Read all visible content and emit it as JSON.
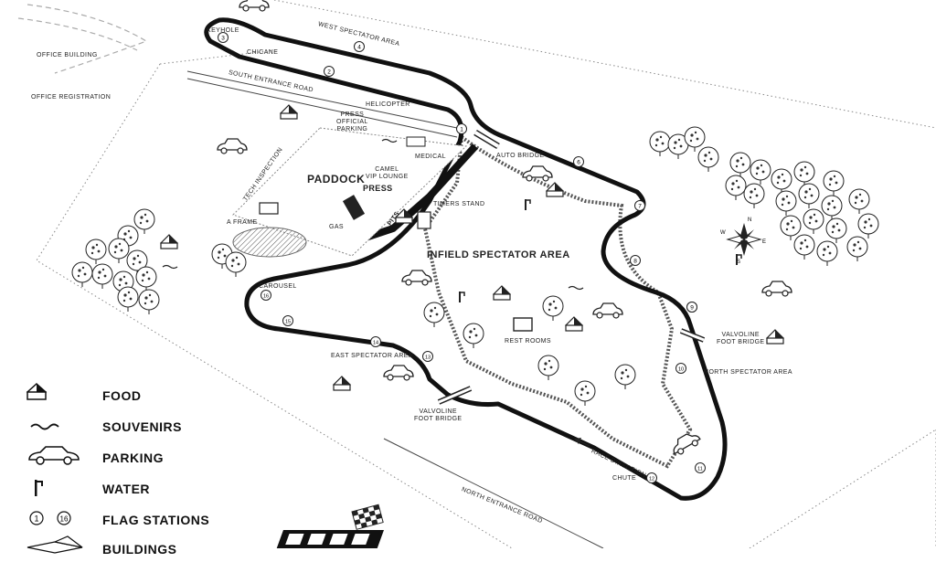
{
  "map": {
    "labels": {
      "keyhole": "KEYHOLE",
      "chicane": "CHICANE",
      "west_spectator": "WEST SPECTATOR AREA",
      "south_entrance_road": "SOUTH ENTRANCE ROAD",
      "office_building": "OFFICE BUILDING",
      "office_registration": "OFFICE REGISTRATION",
      "helicopter": "HELICOPTER",
      "press_official_parking": "PRESS\nOFFICIAL\nPARKING",
      "medical": "MEDICAL",
      "auto_bridge": "AUTO BRIDGE",
      "paddock": "PADDOCK",
      "tech_inspection": "TECH INSPECTION",
      "camel_vip_lounge": "CAMEL\nVIP LOUNGE",
      "press": "PRESS",
      "timers_stand": "TIMERS STAND",
      "pits": "PITS",
      "gas": "GAS",
      "a_frame": "A FRAME",
      "infield_spectator": "INFIELD SPECTATOR AREA",
      "carousel": "CAROUSEL",
      "east_spectator": "EAST SPECTATOR AREA",
      "rest_rooms": "REST ROOMS",
      "valvoline_foot_bridge_1": "VALVOLINE\nFOOT BRIDGE",
      "valvoline_foot_bridge_2": "VALVOLINE\nFOOT BRIDGE",
      "north_spectator": "NORTH SPECTATOR AREA",
      "race_direction": "RACE DIRECTION",
      "chute": "CHUTE",
      "north_entrance_road": "NORTH ENTRANCE ROAD",
      "compass_n": "N",
      "compass_e": "E",
      "compass_s": "S",
      "compass_w": "W"
    },
    "flag_stations": [
      "1",
      "2",
      "3",
      "4",
      "5",
      "6",
      "7",
      "8",
      "9",
      "10",
      "11",
      "12",
      "13",
      "14",
      "15",
      "16"
    ]
  },
  "legend": {
    "items": [
      {
        "icon": "food-building-icon",
        "label": "FOOD"
      },
      {
        "icon": "souvenirs-icon",
        "label": "SOUVENIRS"
      },
      {
        "icon": "parking-car-icon",
        "label": "PARKING"
      },
      {
        "icon": "water-tap-icon",
        "label": "WATER"
      },
      {
        "icon": "flag-station-icon",
        "label": "FLAG STATIONS",
        "samples": [
          "1",
          "16"
        ]
      },
      {
        "icon": "buildings-icon",
        "label": "BUILDINGS"
      }
    ]
  }
}
